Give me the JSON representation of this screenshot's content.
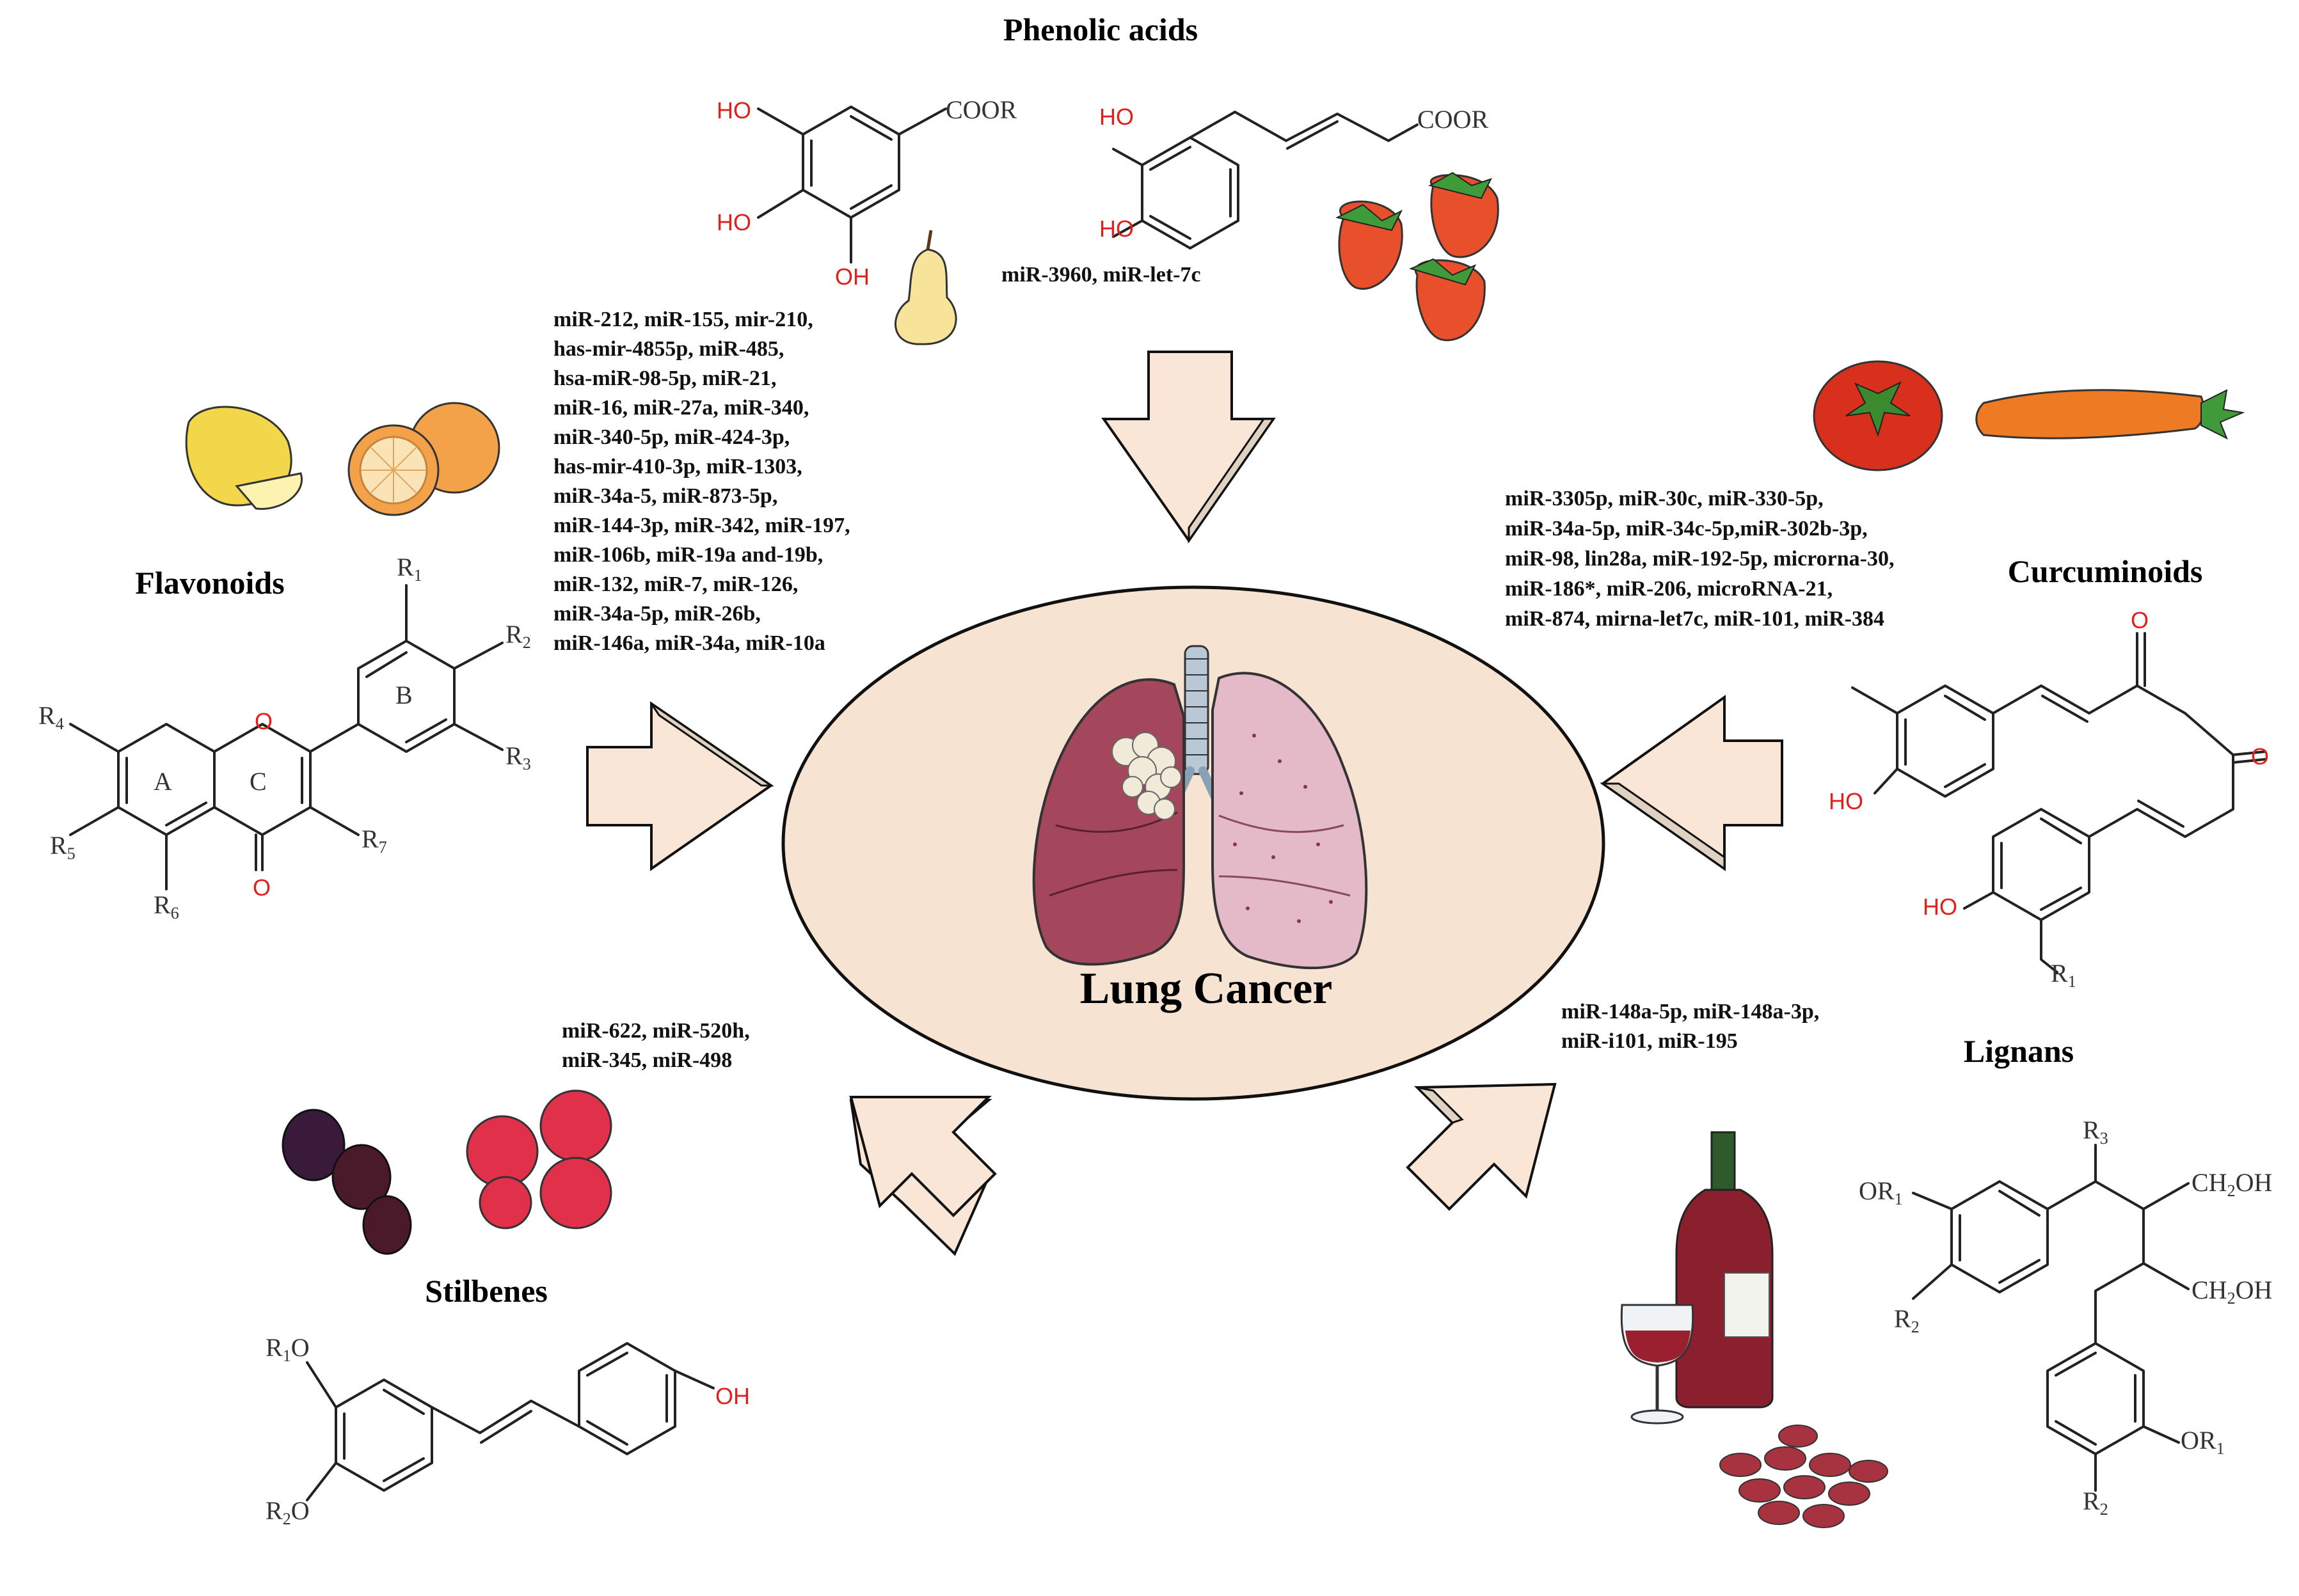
{
  "center": {
    "label": "Lung Cancer"
  },
  "classes": {
    "phenolic": "Phenolic acids",
    "flavonoids": "Flavonoids",
    "curcuminoids": "Curcuminoids",
    "stilbenes": "Stilbenes",
    "lignans": "Lignans"
  },
  "mirnas": {
    "phenolic": [
      "miR-3960,  miR-let-7c"
    ],
    "flavonoids": [
      "miR-212, miR-155, mir-210,",
      "has-mir-4855p, miR-485,",
      "hsa-miR-98-5p, miR-21,",
      "miR-16, miR-27a, miR-340,",
      "miR-340-5p, miR-424-3p,",
      "has-mir-410-3p, miR-1303,",
      "miR-34a-5, miR-873-5p,",
      "miR-144-3p, miR-342, miR-197,",
      "miR-106b, miR-19a and-19b,",
      "miR-132, miR-7, miR-126,",
      "miR-34a-5p, miR-26b,",
      "miR-146a, miR-34a, miR-10a"
    ],
    "curcuminoids": [
      "miR-3305p, miR-30c, miR-330-5p,",
      "miR-34a-5p, miR-34c-5p,miR-302b-3p,",
      "miR-98, lin28a, miR-192-5p, microrna-30,",
      "miR-186*, miR-206, microRNA-21,",
      "miR-874, mirna-let7c, miR-101, miR-384"
    ],
    "stilbenes": [
      "miR-622, miR-520h,",
      "miR-345, miR-498"
    ],
    "lignans": [
      "miR-148a-5p, miR-148a-3p,",
      "miR-i101, miR-195"
    ]
  },
  "structures": {
    "gallic": {
      "coor": "COOR",
      "oh1": "HO",
      "oh2": "HO",
      "oh3": "OH"
    },
    "caffeic": {
      "coor": "COOR",
      "oh1": "HO",
      "oh2": "HO"
    },
    "flavone": {
      "r1": "R",
      "r2": "R",
      "r3": "R",
      "r4": "R",
      "r5": "R",
      "r6": "R",
      "r7": "R",
      "o_ring": "O",
      "o_keto": "O",
      "ringA": "A",
      "ringB": "B",
      "ringC": "C",
      "s1": "1",
      "s2": "2",
      "s3": "3",
      "s4": "4",
      "s5": "5",
      "s6": "6",
      "s7": "7"
    },
    "curcumin": {
      "o1": "O",
      "o2": "O",
      "oh1": "HO",
      "oh2": "HO",
      "r1": "R",
      "s1": "1"
    },
    "stilbene": {
      "r1o": "R",
      "r2o": "R",
      "s1": "1",
      "s2": "2",
      "o": "O",
      "o2": "O",
      "oh": "OH"
    },
    "lignan": {
      "or1": "OR",
      "or1b": "OR",
      "r2": "R",
      "r2b": "R",
      "r3": "R",
      "ch2oh1": "CH",
      "ch2oh2": "CH",
      "oh": "OH",
      "s1": "1",
      "s2": "2",
      "s3": "3",
      "sub2": "2"
    }
  },
  "colors": {
    "arrow_fill": "#fae6d6",
    "ellipse_fill": "#f7e3d1",
    "heteroatom": "#e0201c"
  }
}
